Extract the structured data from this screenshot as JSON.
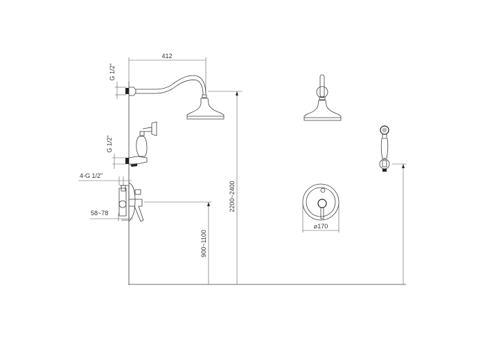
{
  "diagram": {
    "dimensions": {
      "arm_length": "412",
      "upper_thread": "G 1/2\"",
      "lower_thread": "G 1/2\"",
      "mixer_thread": "4-G 1/2\"",
      "mixer_depth": "58~78",
      "head_height": "2200~2400",
      "mixer_height": "900~1100",
      "plate_diameter": "⌀170"
    }
  }
}
